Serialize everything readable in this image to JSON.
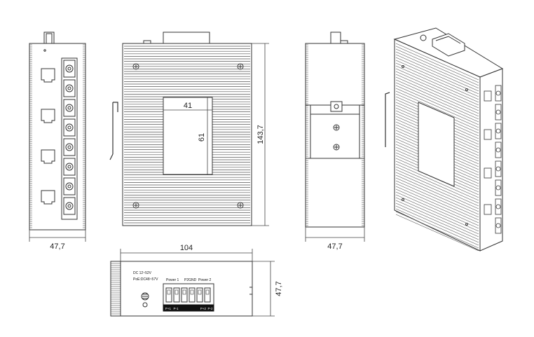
{
  "dimensions": {
    "front_width": "47,7",
    "side_width": "104",
    "side_height": "143,7",
    "window_width": "41",
    "window_height": "61",
    "rear_width": "47,7",
    "bottom_depth": "104",
    "bottom_height": "47,7"
  },
  "bottom_labels": {
    "dc_voltage": "DC 12~52V",
    "poe_voltage": "PoE:DC48~57V",
    "power1": "Power 1",
    "p2gnd": "P2GND",
    "power2": "Power 2",
    "pins": [
      "P+1",
      "P-1",
      "P+2",
      "P-2"
    ]
  },
  "colors": {
    "line": "#333333",
    "fin": "#555555",
    "terminal": "#111111"
  }
}
